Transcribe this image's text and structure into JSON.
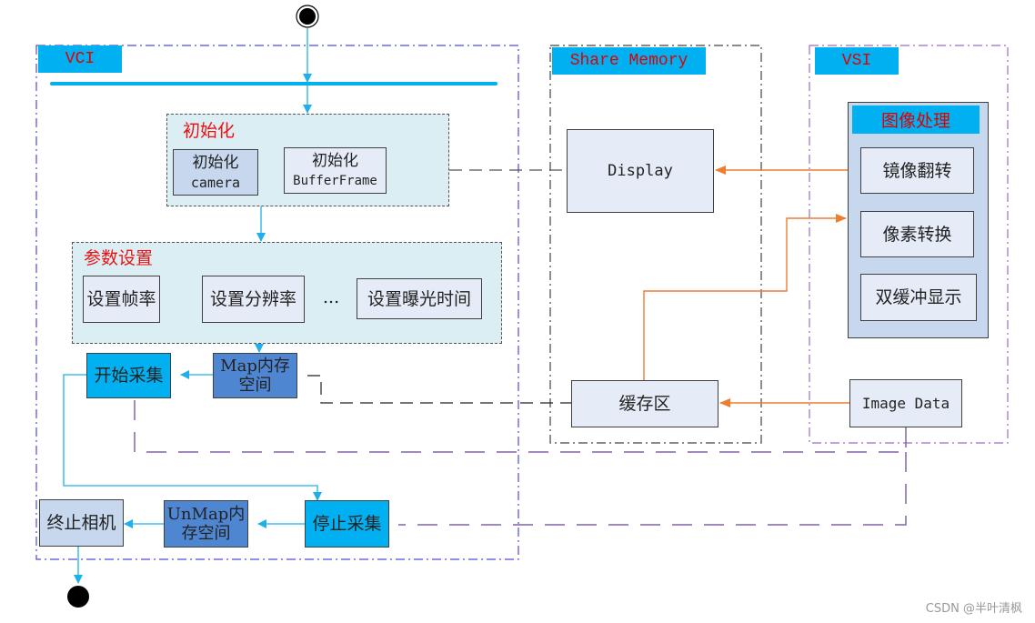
{
  "lanes": {
    "vci": "VCI",
    "share_memory": "Share Memory",
    "vsi": "VSI"
  },
  "init_group": {
    "title": "初始化",
    "camera_line1": "初始化",
    "camera_line2": "camera",
    "bufferframe_line1": "初始化",
    "bufferframe_line2": "BufferFrame"
  },
  "param_group": {
    "title": "参数设置",
    "frame_rate": "设置帧率",
    "resolution": "设置分辨率",
    "ellipsis": "...",
    "exposure": "设置曝光时间"
  },
  "vci_steps": {
    "start_capture": "开始采集",
    "map_memory_line1": "Map内存",
    "map_memory_line2": "空间",
    "stop_capture": "停止采集",
    "unmap_memory_line1": "UnMap内",
    "unmap_memory_line2": "存空间",
    "terminate_camera": "终止相机"
  },
  "share_memory": {
    "display": "Display",
    "buffer": "缓存区"
  },
  "vsi": {
    "image_processing_title": "图像处理",
    "mirror_flip": "镜像翻转",
    "pixel_convert": "像素转换",
    "double_buffer": "双缓冲显示",
    "image_data": "Image Data"
  },
  "colors": {
    "flow_arrow": "#1fb0ec",
    "data_arrow": "#ed7d31",
    "lane_label_bg": "#00b0f0",
    "title_red": "#e00000"
  },
  "watermark": "CSDN @半叶清枫"
}
